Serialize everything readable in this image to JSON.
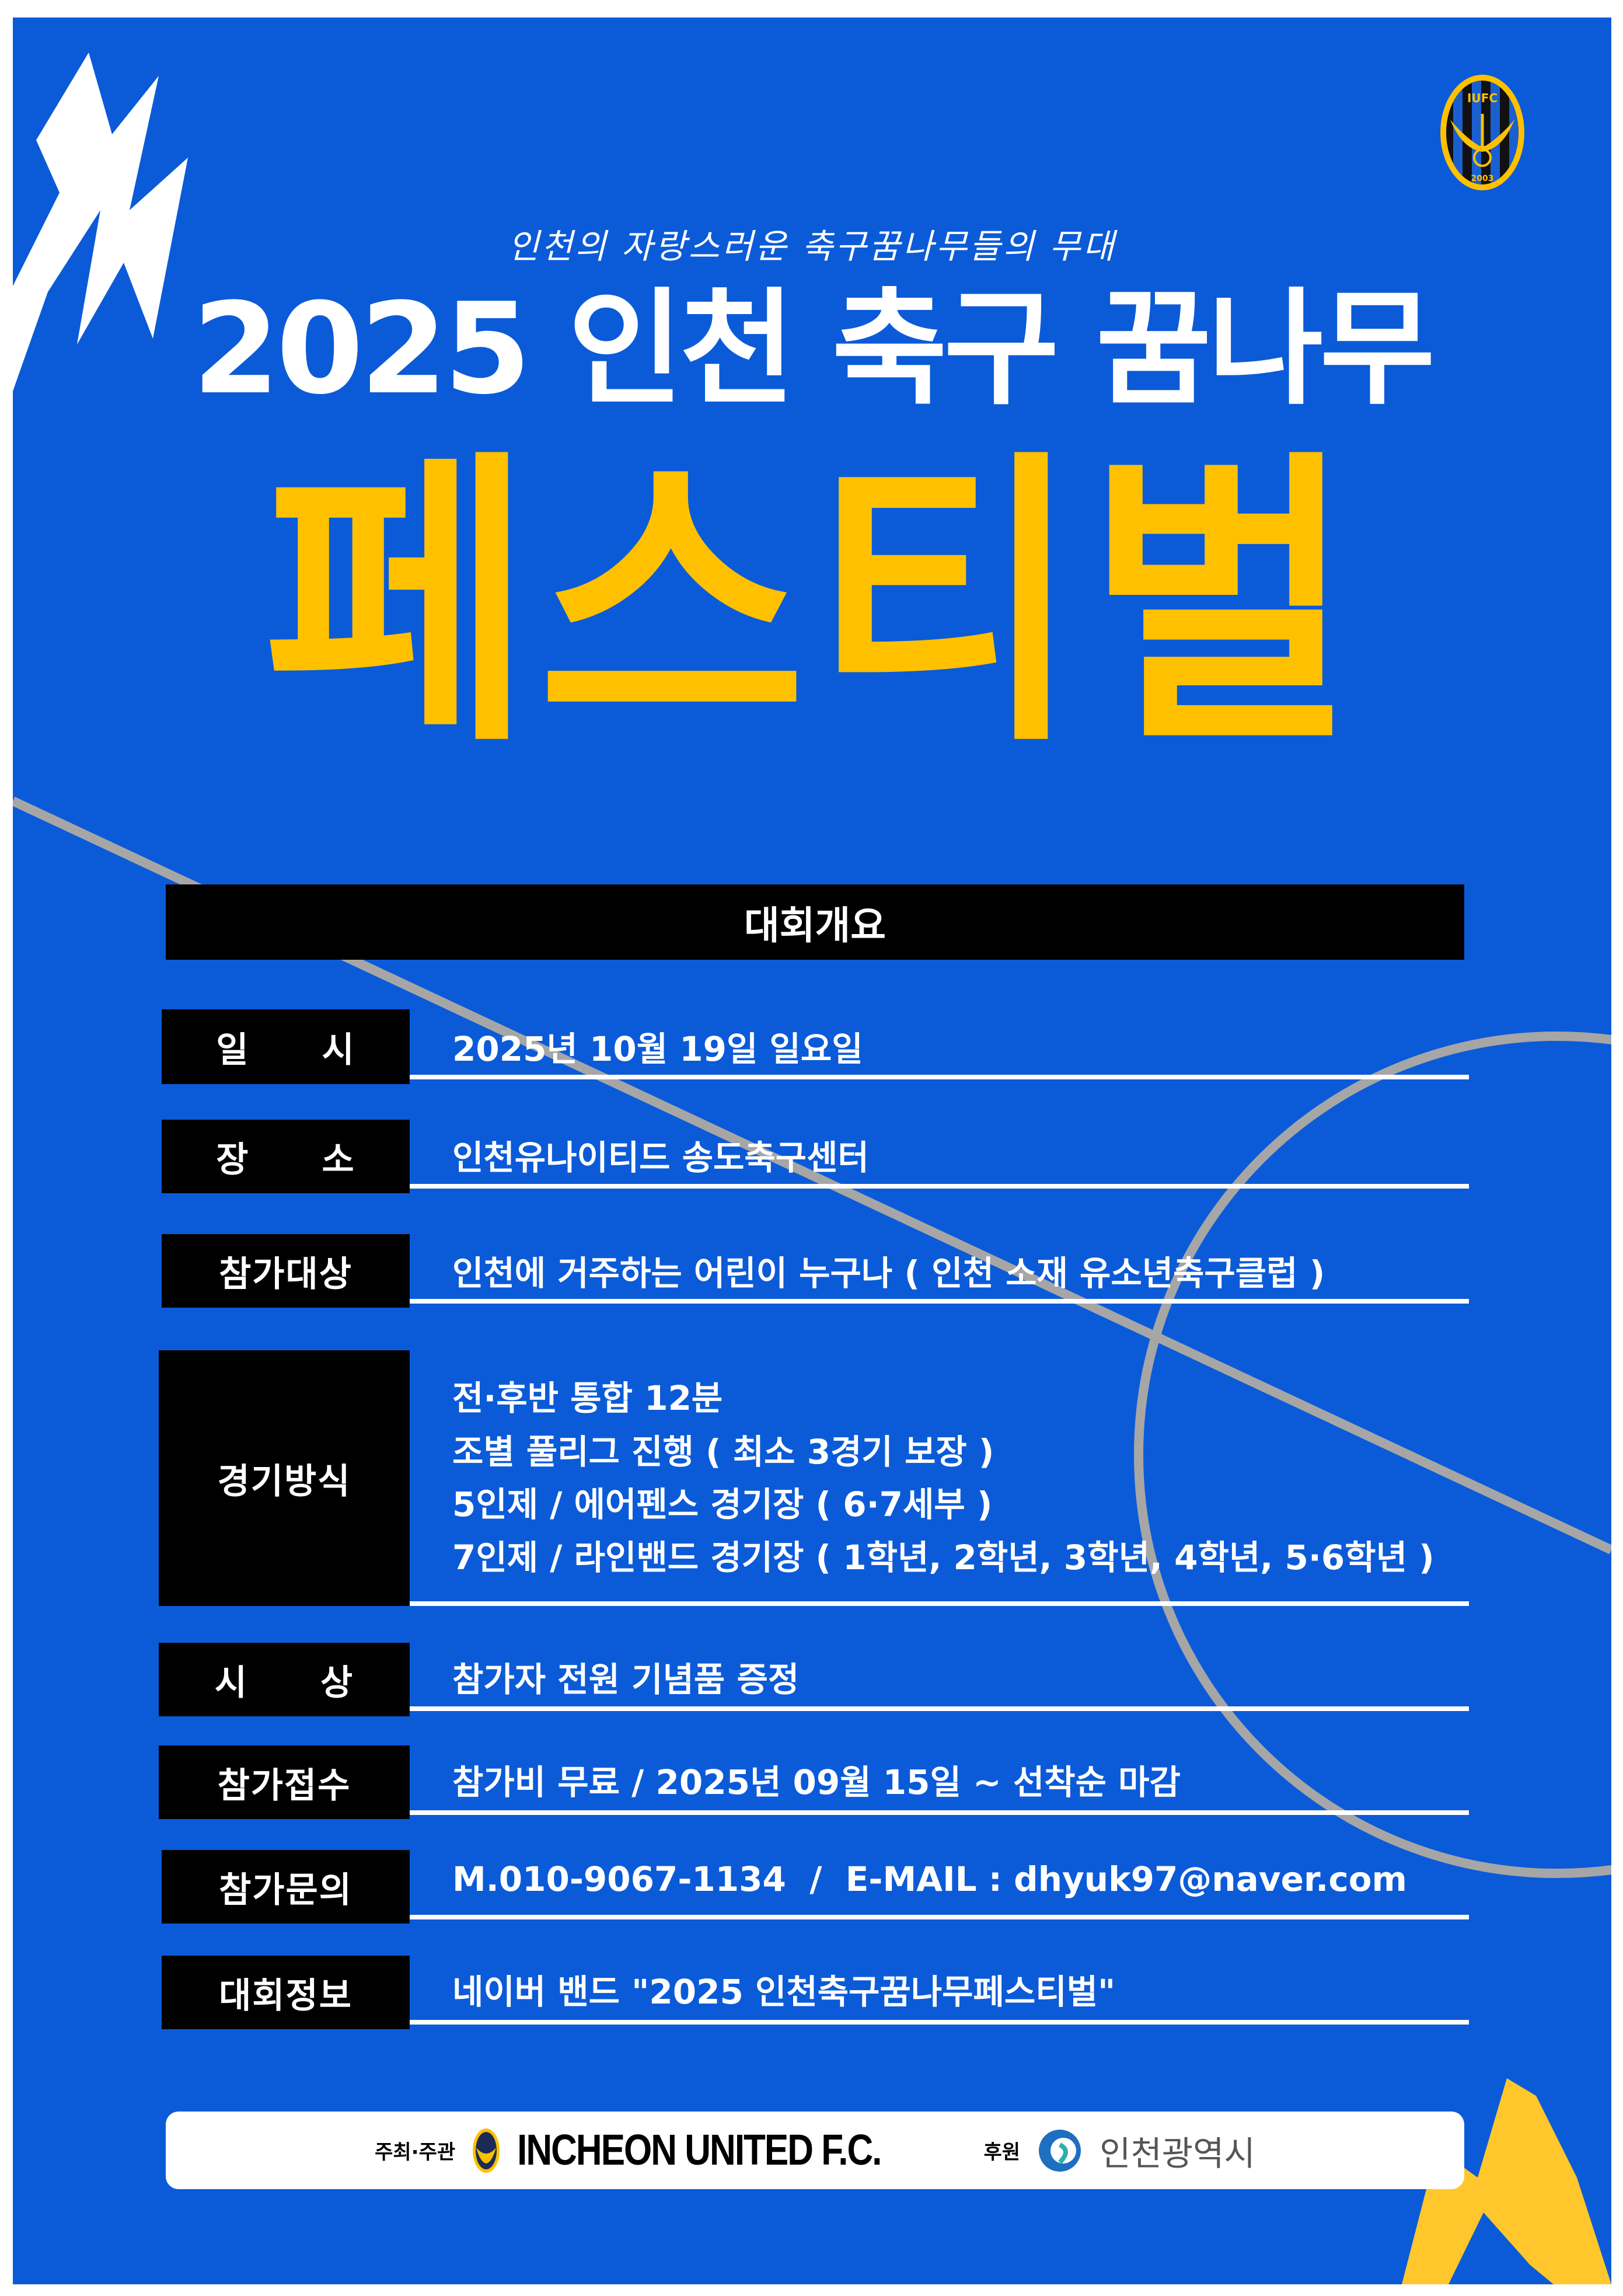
{
  "subtitle": "인천의 자랑스러운 축구꿈나무들의 무대",
  "title_line1": "2025 인천 축구 꿈나무",
  "title_line2": "페스티벌",
  "logo": {
    "text": "IUFC",
    "year": "2003"
  },
  "section_header": "대회개요",
  "rows": [
    {
      "label": "일　　시",
      "value": "2025년 10월 19일 일요일"
    },
    {
      "label": "장　　소",
      "value": "인천유나이티드 송도축구센터"
    },
    {
      "label": "참가대상",
      "value": "인천에 거주하는 어린이 누구나 ( 인천 소재 유소년축구클럽 )"
    },
    {
      "label": "경기방식",
      "lines": [
        "전·후반 통합 12분",
        "조별 풀리그 진행 ( 최소 3경기 보장 )",
        "5인제 / 에어펜스 경기장 ( 6·7세부 )",
        "7인제 / 라인밴드 경기장 ( 1학년, 2학년, 3학년, 4학년, 5·6학년 )"
      ]
    },
    {
      "label": "시　　상",
      "value": "참가자 전원 기념품 증정"
    },
    {
      "label": "참가접수",
      "value": "참가비 무료 / 2025년 09월 15일 ~ 선착순 마감"
    },
    {
      "label": "참가문의",
      "value": "M.010-9067-1134  /  E-MAIL : dhyuk97@naver.com"
    },
    {
      "label": "대회정보",
      "value": "네이버 밴드 \"2025 인천축구꿈나무페스티벌\""
    }
  ],
  "footer": {
    "host_label": "주최·주관",
    "host": "INCHEON UNITED F.C.",
    "sponsor_label": "후원",
    "sponsor": "인천광역시"
  },
  "colors": {
    "background": "#0b5bd8",
    "accent": "#ffc000",
    "line": "#a6a6a6"
  }
}
